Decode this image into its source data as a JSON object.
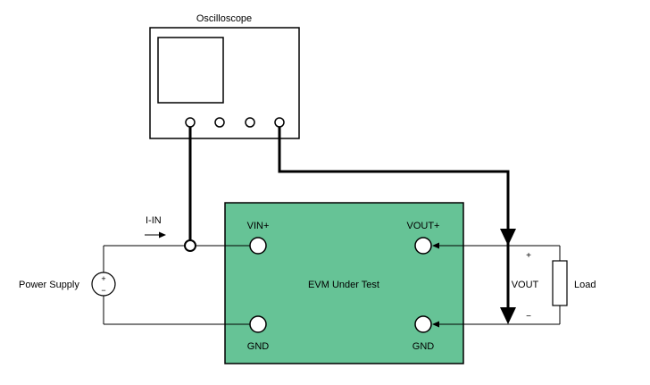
{
  "oscilloscope": {
    "label": "Oscilloscope"
  },
  "evm": {
    "label": "EVM Under Test",
    "vin_plus": "VIN+",
    "gnd_left": "GND",
    "vout_plus": "VOUT+",
    "gnd_right": "GND"
  },
  "power_supply": {
    "label": "Power Supply",
    "plus": "+",
    "minus": "−"
  },
  "current_probe": {
    "label": "I-IN"
  },
  "vout": {
    "label": "VOUT",
    "plus": "+",
    "minus": "−"
  },
  "load": {
    "label": "Load"
  },
  "colors": {
    "evm_fill": "#66C396",
    "line": "#000000",
    "background": "#FFFFFF"
  }
}
